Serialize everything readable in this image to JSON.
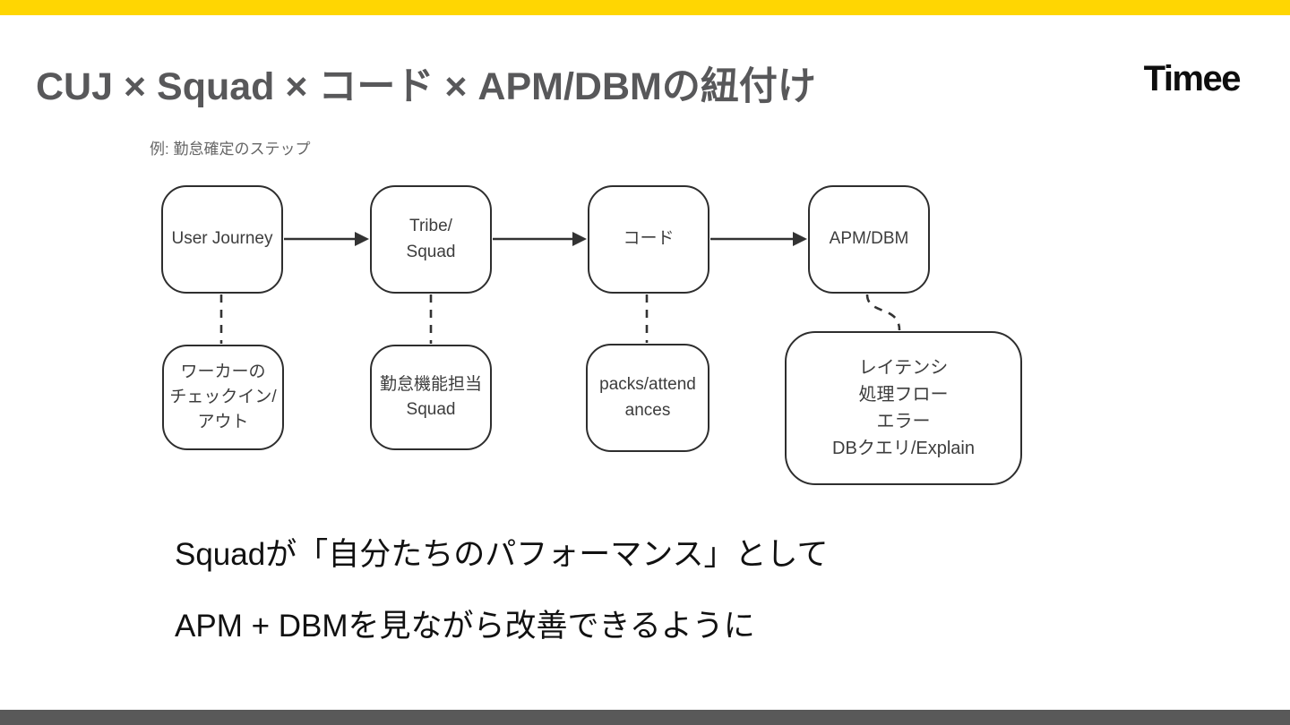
{
  "header": {
    "title": "CUJ × Squad × コード × APM/DBMの紐付け",
    "logo": "Timee"
  },
  "colors": {
    "accent_yellow": "#FFD602",
    "footer_gray": "#595959",
    "title_gray": "#58585A",
    "line_dark": "#333333",
    "node_border": "#2e2e2e",
    "node_text": "#3d3d3d"
  },
  "diagram": {
    "caption": "例: 勤怠確定のステップ",
    "top_row": [
      {
        "label": "User Journey"
      },
      {
        "label": "Tribe/\nSquad"
      },
      {
        "label": "コード"
      },
      {
        "label": "APM/DBM"
      }
    ],
    "bottom_row": [
      {
        "label": "ワーカーの\nチェックイン/\nアウト"
      },
      {
        "label": "勤怠機能担当\nSquad"
      },
      {
        "label": "packs/attend\nances"
      },
      {
        "label": "レイテンシ\n処理フロー\nエラー\nDBクエリ/Explain"
      }
    ]
  },
  "statement": {
    "line1": "Squadが「自分たちのパフォーマンス」として",
    "line2": "APM + DBMを見ながら改善できるように"
  }
}
